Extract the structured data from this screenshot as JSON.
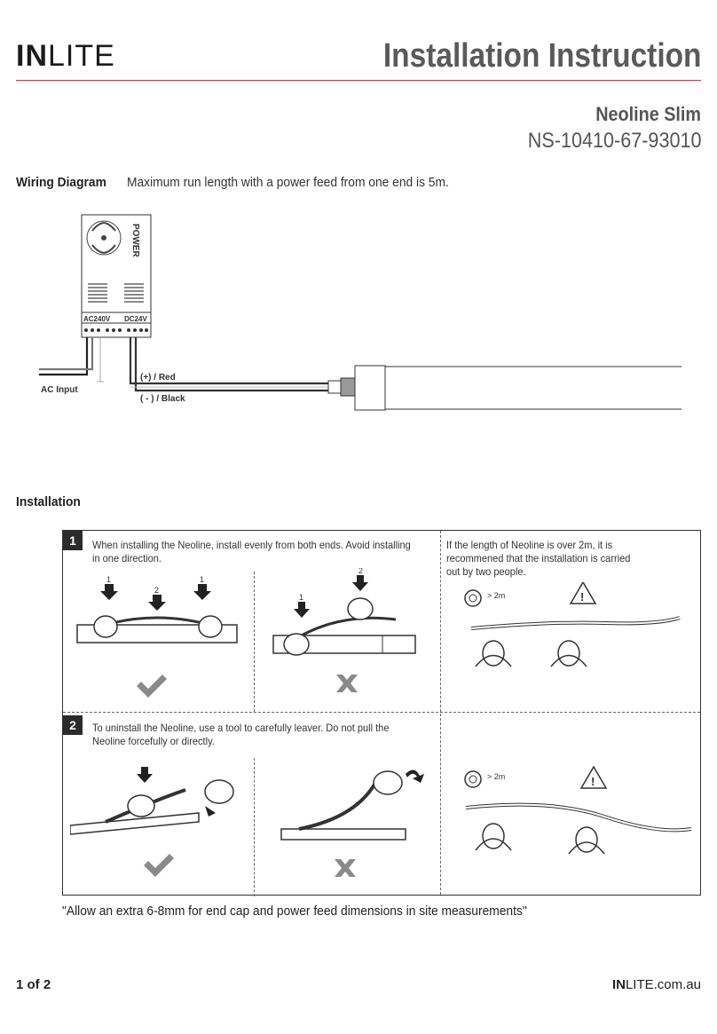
{
  "header": {
    "brand_bold": "IN",
    "brand_light": "LITE",
    "title": "Installation Instruction"
  },
  "product": {
    "name": "Neoline Slim",
    "code": "NS-10410-67-93010"
  },
  "wiring": {
    "heading": "Wiring Diagram",
    "note": "Maximum run length with a power feed from one end is 5m.",
    "power_label": "POWER",
    "ac_label": "AC240V",
    "dc_label": "DC24V",
    "ac_input": "AC Input",
    "red_label": "(+) / Red",
    "black_label": "( - ) / Black"
  },
  "installation": {
    "heading": "Installation",
    "step1": {
      "number": "1",
      "text": "When installing the Neoline, install evenly from both ends. Avoid installing in one direction.",
      "side_text": "If the length of Neoline is over 2m, it is recommened that the installation is carried out by two people.",
      "length_label": "> 2m",
      "marker_1": "1",
      "marker_2": "2"
    },
    "step2": {
      "number": "2",
      "text": "To uninstall the Neoline, use a tool to carefully leaver. Do not pull the Neoline forcefully or directly.",
      "length_label": "> 2m"
    },
    "colors": {
      "ok": "#8a8a8a",
      "bad": "#8a8a8a",
      "warn": "#333333"
    }
  },
  "footnote": "\"Allow an extra 6-8mm for end cap and power feed dimensions in site measurements\"",
  "footer": {
    "page": "1 of 2",
    "site_bold": "IN",
    "site_rest": "LITE.com.au"
  }
}
